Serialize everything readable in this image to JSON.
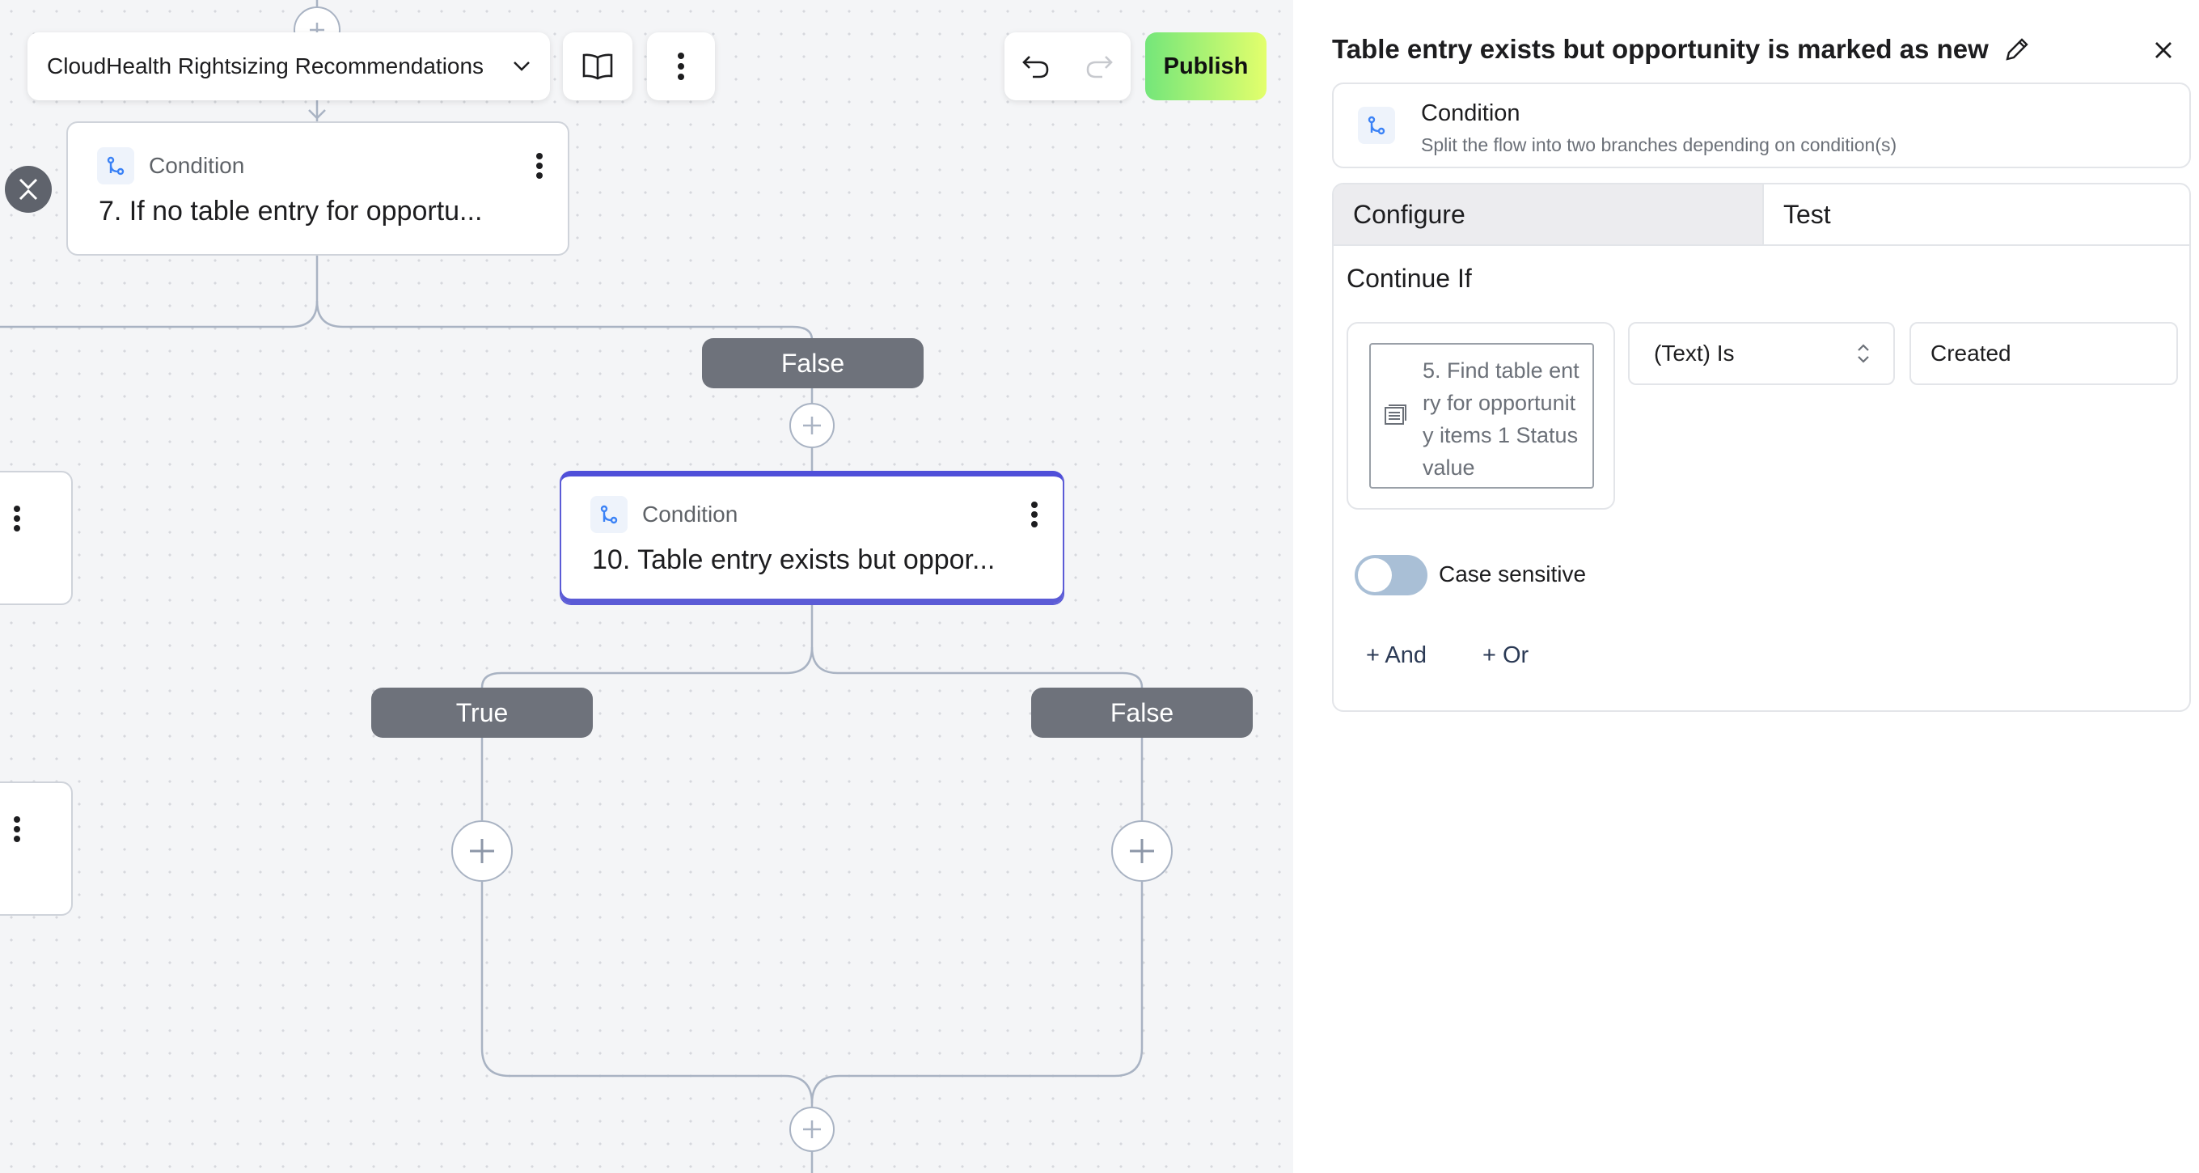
{
  "canvas": {
    "flow_name": "CloudHealth Rightsizing Recommendations",
    "publish_label": "Publish",
    "node7": {
      "type": "Condition",
      "title": "7. If no table entry for opportu..."
    },
    "node10": {
      "type": "Condition",
      "title": "10. Table entry exists but oppor..."
    },
    "branch_false_top": "False",
    "branch_true": "True",
    "branch_false": "False"
  },
  "panel": {
    "title": "Table entry exists but opportunity is marked as new",
    "step": {
      "name": "Condition",
      "description": "Split the flow into two branches depending on condition(s)"
    },
    "tabs": [
      "Configure",
      "Test"
    ],
    "continue_if": "Continue If",
    "condition": {
      "first_value": "5. Find table entry for opportunity items 1 Status value",
      "operator": "(Text) Is",
      "second_value": "Created",
      "case_sensitive_label": "Case sensitive",
      "case_sensitive": false
    },
    "add_and": "+ And",
    "add_or": "+ Or"
  },
  "colors": {
    "accent": "#4f4fd9",
    "branch_pill": "#6e727b",
    "publish_gradient_start": "#74e67a",
    "publish_gradient_end": "#e3ff6c"
  }
}
